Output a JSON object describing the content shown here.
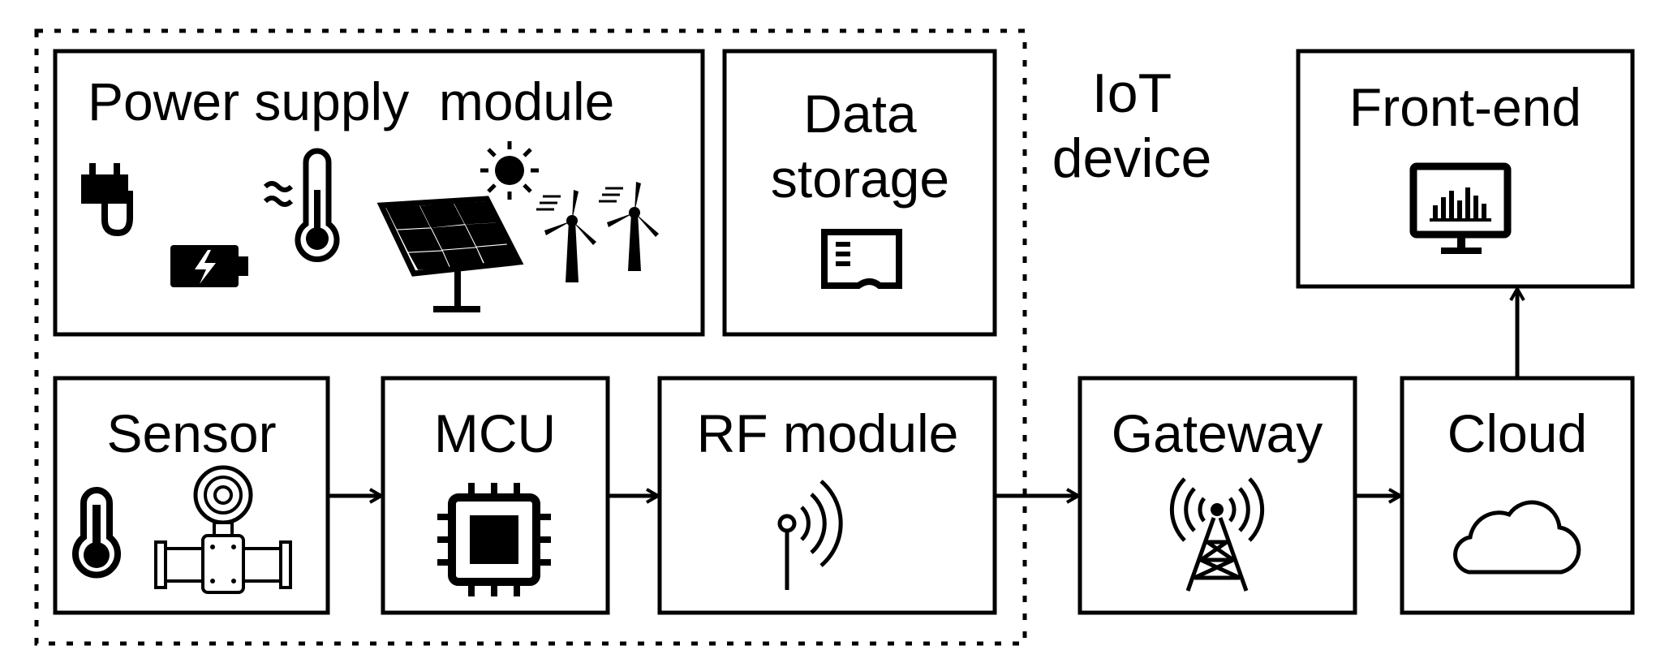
{
  "diagram": {
    "iot_device_label_line1": "IoT",
    "iot_device_label_line2": "device",
    "power_supply": {
      "label": "Power supply  module"
    },
    "data_storage": {
      "label_line1": "Data",
      "label_line2": "storage"
    },
    "sensor": {
      "label": "Sensor"
    },
    "mcu": {
      "label": "MCU"
    },
    "rf_module": {
      "label": "RF module"
    },
    "gateway": {
      "label": "Gateway"
    },
    "cloud": {
      "label": "Cloud"
    },
    "front_end": {
      "label": "Front-end"
    }
  },
  "colors": {
    "stroke": "#000000",
    "fill": "#000000",
    "background": "#ffffff"
  },
  "icons": {
    "power_supply": [
      "plug-icon",
      "battery-icon",
      "thermometer-heat-icon",
      "solar-panel-icon",
      "sun-icon",
      "wind-turbine-icon",
      "wind-turbine-icon"
    ],
    "data_storage": [
      "sd-card-icon"
    ],
    "sensor": [
      "thermometer-icon",
      "pressure-gauge-icon"
    ],
    "mcu": [
      "chip-icon"
    ],
    "rf_module": [
      "antenna-signal-icon"
    ],
    "gateway": [
      "tower-icon"
    ],
    "cloud": [
      "cloud-icon"
    ],
    "front_end": [
      "monitor-chart-icon"
    ]
  }
}
